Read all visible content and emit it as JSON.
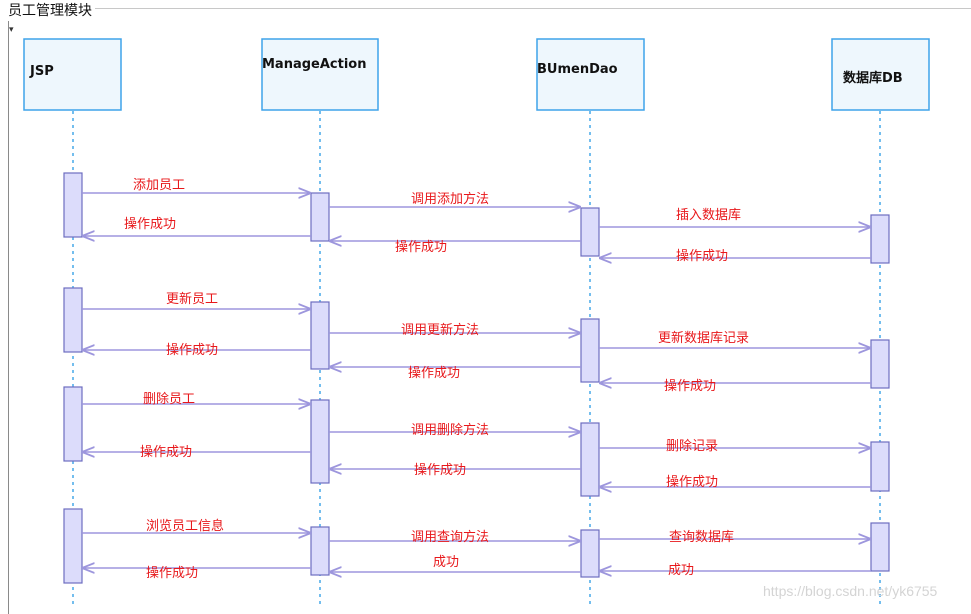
{
  "title": "员工管理模块",
  "watermark": "https://blog.csdn.net/yk6755",
  "colors": {
    "lifeline": "#2a9be4",
    "box_border": "#3fa3ea",
    "box_fill": "#eef7fd",
    "activation_fill": "#dcdcfb",
    "activation_border": "#6d6dc0",
    "arrow": "#9d96dd",
    "message_text": "#e8181b"
  },
  "participants": [
    {
      "id": "jsp",
      "label": "JSP"
    },
    {
      "id": "action",
      "label": "ManageAction"
    },
    {
      "id": "dao",
      "label": "BUmenDao"
    },
    {
      "id": "db",
      "label": "数据库DB"
    }
  ],
  "groups": [
    {
      "name": "add",
      "messages": [
        {
          "from": "jsp",
          "to": "action",
          "kind": "call",
          "label": "添加员工"
        },
        {
          "from": "action",
          "to": "jsp",
          "kind": "return",
          "label": "操作成功"
        },
        {
          "from": "action",
          "to": "dao",
          "kind": "call",
          "label": "调用添加方法"
        },
        {
          "from": "dao",
          "to": "action",
          "kind": "return",
          "label": "操作成功"
        },
        {
          "from": "dao",
          "to": "db",
          "kind": "call",
          "label": "插入数据库"
        },
        {
          "from": "db",
          "to": "dao",
          "kind": "return",
          "label": "操作成功"
        }
      ]
    },
    {
      "name": "update",
      "messages": [
        {
          "from": "jsp",
          "to": "action",
          "kind": "call",
          "label": "更新员工"
        },
        {
          "from": "action",
          "to": "jsp",
          "kind": "return",
          "label": "操作成功"
        },
        {
          "from": "action",
          "to": "dao",
          "kind": "call",
          "label": "调用更新方法"
        },
        {
          "from": "dao",
          "to": "action",
          "kind": "return",
          "label": "操作成功"
        },
        {
          "from": "dao",
          "to": "db",
          "kind": "call",
          "label": "更新数据库记录"
        },
        {
          "from": "db",
          "to": "dao",
          "kind": "return",
          "label": "操作成功"
        }
      ]
    },
    {
      "name": "delete",
      "messages": [
        {
          "from": "jsp",
          "to": "action",
          "kind": "call",
          "label": "删除员工"
        },
        {
          "from": "action",
          "to": "jsp",
          "kind": "return",
          "label": "操作成功"
        },
        {
          "from": "action",
          "to": "dao",
          "kind": "call",
          "label": "调用删除方法"
        },
        {
          "from": "dao",
          "to": "action",
          "kind": "return",
          "label": "操作成功"
        },
        {
          "from": "dao",
          "to": "db",
          "kind": "call",
          "label": "删除记录"
        },
        {
          "from": "db",
          "to": "dao",
          "kind": "return",
          "label": "操作成功"
        }
      ]
    },
    {
      "name": "browse",
      "messages": [
        {
          "from": "jsp",
          "to": "action",
          "kind": "call",
          "label": "浏览员工信息"
        },
        {
          "from": "action",
          "to": "jsp",
          "kind": "return",
          "label": "操作成功"
        },
        {
          "from": "action",
          "to": "dao",
          "kind": "call",
          "label": "调用查询方法"
        },
        {
          "from": "dao",
          "to": "action",
          "kind": "return",
          "label": "成功"
        },
        {
          "from": "dao",
          "to": "db",
          "kind": "call",
          "label": "查询数据库"
        },
        {
          "from": "db",
          "to": "dao",
          "kind": "return",
          "label": "成功"
        }
      ]
    }
  ]
}
